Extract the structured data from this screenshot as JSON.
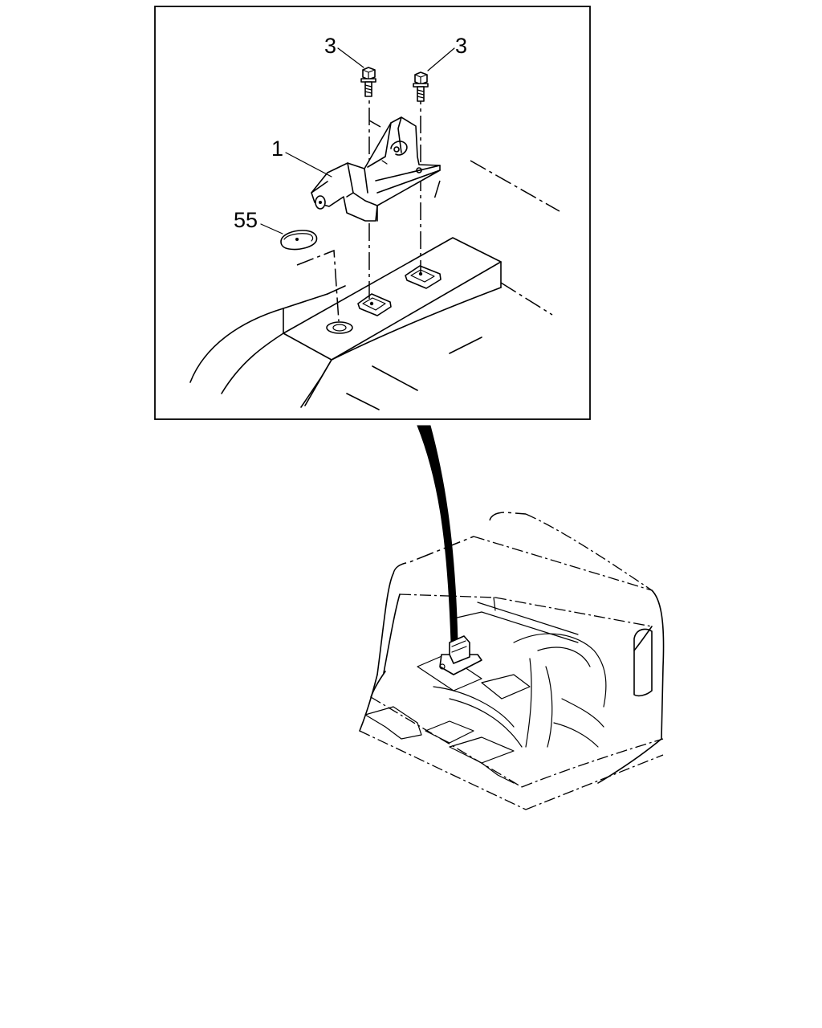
{
  "callouts": {
    "bolt_left": "3",
    "bolt_right": "3",
    "bracket": "1",
    "plug": "55"
  }
}
